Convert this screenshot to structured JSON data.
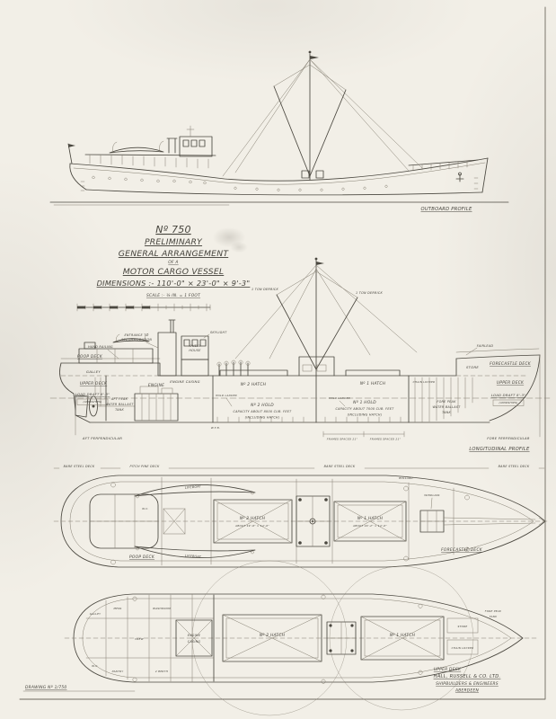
{
  "sheet": {
    "paper_color": "#f2efe7",
    "ink_color": "#4b4840",
    "light_ink_color": "#837d70"
  },
  "title_block": {
    "number": "Nº 750",
    "preliminary": "PRELIMINARY",
    "general_arrangement": "GENERAL ARRANGEMENT",
    "of_a": "OF A",
    "vessel_type": "MOTOR CARGO VESSEL",
    "dimensions": "DIMENSIONS :- 110'-0\" × 23'-0\" × 9'-3\"",
    "scale": "SCALE :- ⅛ IN. = 1 FOOT"
  },
  "outboard_profile": {
    "caption": "OUTBOARD PROFILE"
  },
  "longitudinal_profile": {
    "caption": "LONGITUDINAL PROFILE",
    "hand_railing": "HAND RAILING",
    "poop_deck": "POOP DECK",
    "galley": "GALLEY",
    "upper_deck_aft": "UPPER DECK",
    "load_draft_aft": "LOAD DRAFT 8'-3\"",
    "amidships_aft": "(AMIDSHIPS)",
    "aft_peak_tank": [
      "AFT PEAK",
      "WATER BALLAST",
      "TANK"
    ],
    "aft_perpendicular": "AFT PERPENDICULAR",
    "engine": "ENGINE",
    "engine_casing": "ENGINE CASING",
    "wheel_house": [
      "WHEEL",
      "HOUSE"
    ],
    "entrance": [
      "ENTRANCE TO",
      "ACCOMMODATION"
    ],
    "skylight": "SKYLIGHT",
    "derrick_port": "1 TON DERRICK",
    "derrick_stbd": "1 TON DERRICK",
    "no2_hatch": "Nº 2 HATCH",
    "no2_hold": [
      "Nº 2 HOLD",
      "CAPACITY ABOUT 8000 CUB. FEET",
      "(INCLUDING HATCH)"
    ],
    "hold_ladder_2": "HOLD LADDER",
    "no1_hatch": "Nº 1 HATCH",
    "no1_hold": [
      "Nº 1 HOLD",
      "CAPACITY ABOUT 7000 CUB. FEET",
      "(INCLUDING HATCH)"
    ],
    "hold_ladder_1": "HOLD LADDER",
    "wtb": "W.T.B.",
    "frames_aft": "FRAMES SPACED 21\"",
    "frames_fwd": "FRAMES SPACED 21\"",
    "fore_peak_tank": [
      "FORE PEAK",
      "WATER BALLAST",
      "TANK"
    ],
    "chain_locker": "CHAIN LOCKER",
    "store": "STORE",
    "fairlead": "FAIRLEAD",
    "forecastle_deck": "FORECASTLE DECK",
    "upper_deck_fwd": "UPPER DECK",
    "load_draft_fwd": "LOAD DRAFT 8'-3\"",
    "amidships_fwd": "(AMIDSHIPS)",
    "fore_perpendicular": "FORE PERPENDICULAR"
  },
  "boat_deck_plan": {
    "deck_note_1": "BARE STEEL DECK",
    "deck_note_2": "PITCH PINE DECK",
    "deck_note_3": "BARE STEEL DECK",
    "deck_note_4": "BARE STEEL DECK",
    "lifeboat_port": "LIFEBOAT",
    "lifeboat_stbd": "LIFEBOAT",
    "wc": "W.C.",
    "no2_hatch": [
      "Nº 2 HATCH",
      "ABOUT 19'-6\" × 14'-0\""
    ],
    "no1_hatch": [
      "Nº 1 HATCH",
      "ABOUT 16'-2\" × 14'-0\""
    ],
    "windlass": "WINDLASS",
    "bollard": "BOLLARD",
    "poop_deck": "POOP DECK",
    "forecastle_deck": "FORECASTLE DECK"
  },
  "upper_deck_plan": {
    "caption": "UPPER DECK",
    "galley": "GALLEY",
    "mess": "MESS",
    "washroom": "WASHROOM",
    "wc": "W.C.",
    "crew": "CREW",
    "pantry": "PANTRY",
    "berth": "2 BERTH",
    "engine_casing": [
      "ENGINE",
      "CASING"
    ],
    "no2_hatch": "Nº 2 HATCH",
    "no1_hatch": "Nº 1 HATCH",
    "store": "STORE",
    "chain_locker": "CHAIN LOCKER",
    "fore_peak_tank": [
      "FORE PEAK",
      "TANK"
    ]
  },
  "footer": {
    "drawing_no": "DRAWING Nº 1/750",
    "company_line1": "HALL, RUSSELL & CO. LTD.",
    "company_line2": "SHIPBUILDERS & ENGINEERS",
    "company_line3": "ABERDEEN"
  }
}
